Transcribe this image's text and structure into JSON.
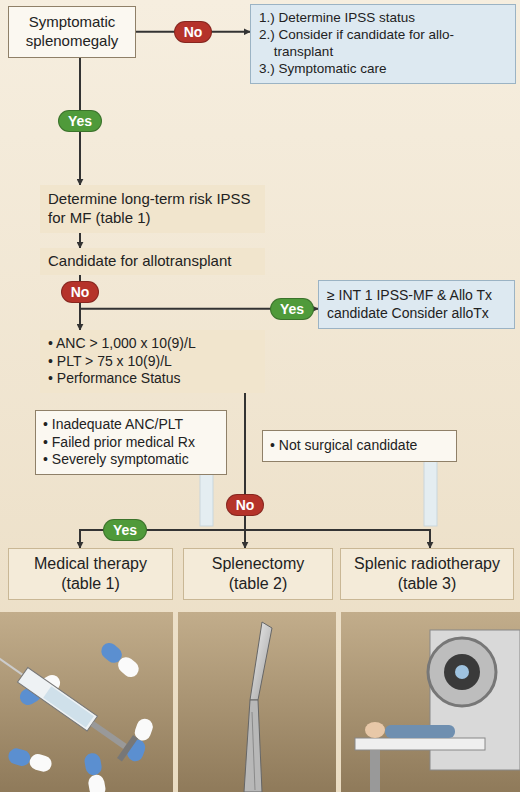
{
  "diagram": {
    "nodes": [
      {
        "text": [
          "Symptomatic splenomegaly"
        ]
      },
      {
        "text": [
          "1.) Determine IPSS status",
          "2.) Consider if candidate for allo-transplant",
          "3.) Symptomatic care"
        ]
      },
      {
        "text": [
          "Determine long-term risk IPSS for MF (table 1)"
        ]
      },
      {
        "text": [
          "Candidate for allotransplant"
        ]
      },
      {
        "text": [
          "≥ INT 1 IPSS-MF & Allo Tx candidate Consider alloTx"
        ]
      },
      {
        "text": [
          "• ANC > 1,000 x 10(9)/L",
          "• PLT > 75 x 10(9)/L",
          "• Performance Status"
        ]
      },
      {
        "text": [
          "• Inadequate ANC/PLT",
          "• Failed prior medical Rx",
          "• Severely symptomatic"
        ]
      },
      {
        "text": [
          "• Not surgical candidate"
        ]
      },
      {
        "text": [
          "Medical therapy (table 1)"
        ]
      },
      {
        "text": [
          "Splenectomy (table 2)"
        ]
      },
      {
        "text": [
          "Splenic radiotherapy (table 3)"
        ]
      }
    ],
    "edges": [
      {
        "from": 0,
        "to": 1,
        "label": "No",
        "arrow": "to"
      },
      {
        "from": 0,
        "to": 2,
        "label": "Yes",
        "arrow": "to"
      },
      {
        "from": 2,
        "to": 3,
        "arrow": "to"
      },
      {
        "from": 3,
        "to": 5,
        "label": "No",
        "arrow": "to"
      },
      {
        "from": 3,
        "to": 4,
        "label": "Yes",
        "arrow": "to"
      },
      {
        "from": 5,
        "to": 8,
        "label": "Yes",
        "arrow": "to"
      },
      {
        "from": 5,
        "to": 9,
        "label": "No",
        "arrow": "to"
      },
      {
        "from": 5,
        "to": 10,
        "arrow": "to"
      }
    ]
  }
}
